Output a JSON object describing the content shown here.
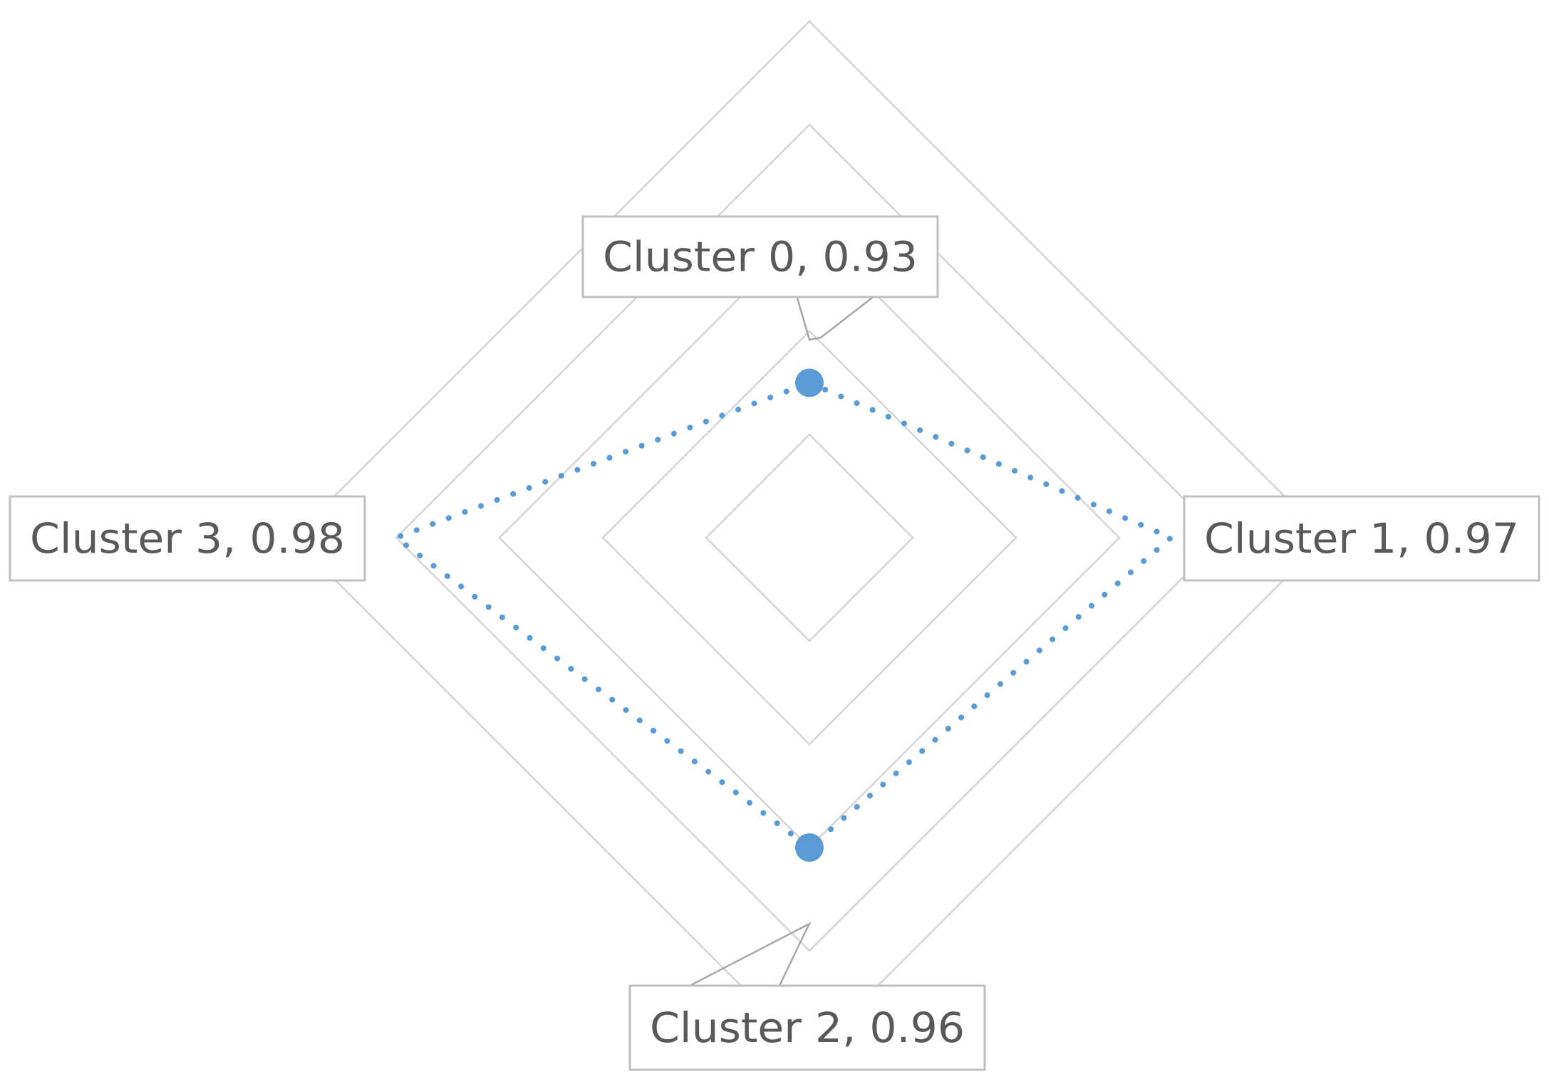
{
  "chart_data": {
    "type": "radar",
    "categories": [
      "Cluster 0",
      "Cluster 1",
      "Cluster 2",
      "Cluster 3"
    ],
    "series": [
      {
        "values": [
          0.93,
          0.97,
          0.96,
          0.98
        ]
      }
    ],
    "data_labels": [
      "Cluster 0, 0.93",
      "Cluster 1, 0.97",
      "Cluster 2, 0.96",
      "Cluster 3, 0.98"
    ],
    "rlim": [
      0.9,
      1.0
    ],
    "grid_levels": [
      0.92,
      0.94,
      0.96,
      0.98,
      1.0
    ],
    "line_style": "dotted",
    "markers": "on Cluster 0 and Cluster 2",
    "legend": "none",
    "colors": {
      "series": "#5b9bd5",
      "grid": "#d4d4d4",
      "label_text": "#595959",
      "label_border": "#bfbfbf"
    }
  }
}
